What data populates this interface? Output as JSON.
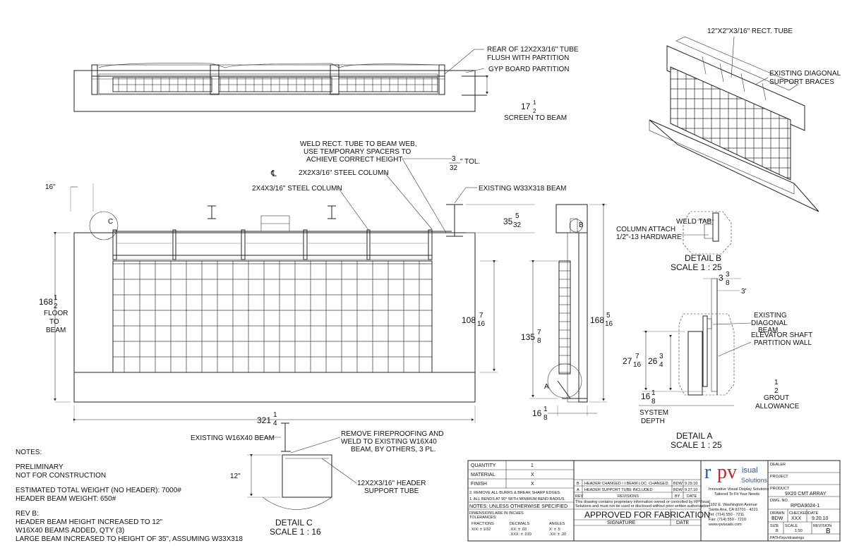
{
  "top_view": {
    "label_rear_tube_1": "REAR OF 12X2X3/16\" TUBE",
    "label_rear_tube_2": "FLUSH WITH PARTITION",
    "label_gyp": "GYP BOARD PARTITION",
    "dim_screen_whole": "17",
    "dim_screen_num": "1",
    "dim_screen_den": "2",
    "label_screen_to_beam": "SCREEN TO BEAM"
  },
  "front_view": {
    "label_weld_1": "WELD RECT. TUBE TO BEAM WEB,",
    "label_weld_2": "USE TEMPORARY SPACERS TO",
    "label_weld_3": "ACHIEVE CORRECT HEIGHT",
    "label_2x2": "2X2X3/16\" STEEL COLUMN",
    "label_2x4": "2X4X3/16\" STEEL COLUMN",
    "centerline": "℄",
    "dim_16": "16\"",
    "tol_num": "3",
    "tol_den": "32",
    "tol_suffix": "\" TOL.",
    "label_existing_w33": "EXISTING W33X318 BEAM",
    "dim_35_whole": "35",
    "dim_35_num": "5",
    "dim_35_den": "32",
    "dim_168_whole": "168",
    "dim_168_num": "1",
    "dim_168_den": "2",
    "label_floor": "FLOOR",
    "label_to": "TO",
    "label_beam": "BEAM",
    "dim_108_whole": "108",
    "dim_108_num": "7",
    "dim_108_den": "16",
    "dim_321_whole": "321",
    "dim_321_num": "1",
    "dim_321_den": "4",
    "detail_marker_c": "C"
  },
  "side_view": {
    "dim_135_whole": "135",
    "dim_135_num": "7",
    "dim_135_den": "8",
    "dim_168b_whole": "168",
    "dim_168b_num": "5",
    "dim_168b_den": "16",
    "dim_16b_whole": "16",
    "dim_16b_num": "1",
    "dim_16b_den": "8",
    "marker_a": "A",
    "marker_b": "B"
  },
  "detail_b": {
    "label_weld_tab": "WELD TAB",
    "label_column_attach": "COLUMN ATTACH",
    "label_hardware": "1/2\"-13 HARDWARE",
    "title": "DETAIL B",
    "scale": "SCALE 1 : 25"
  },
  "detail_a": {
    "dim_3_whole": "3",
    "dim_3_num": "3",
    "dim_3_den": "8",
    "dim_3p": "3'",
    "label_existing": "EXISTING",
    "label_diagonal": "DIAGONAL",
    "label_beam": "BEAM",
    "label_elevator": "ELEVATOR SHAFT",
    "label_partition": "PARTITION WALL",
    "dim_27_whole": "27",
    "dim_27_num": "7",
    "dim_27_den": "16",
    "dim_26_whole": "26",
    "dim_26_num": "3",
    "dim_26_den": "4",
    "dim_16c_whole": "16",
    "dim_16c_num": "1",
    "dim_16c_den": "8",
    "label_system": "SYSTEM",
    "label_depth": "DEPTH",
    "grout_num": "1",
    "grout_den": "2",
    "label_grout": "GROUT",
    "label_allowance": "ALLOWANCE",
    "title": "DETAIL A",
    "scale": "SCALE 1 : 25"
  },
  "iso_view": {
    "label_rect_tube": "12\"X2\"X3/16\" RECT. TUBE",
    "label_existing_diag_1": "EXISTING DIAGONAL",
    "label_existing_diag_2": "SUPPORT BRACES"
  },
  "detail_c": {
    "label_w16": "EXISTING W16X40 BEAM",
    "label_remove_1": "REMOVE FIREPROOFING AND",
    "label_remove_2": "WELD TO EXISTING W16X40",
    "label_remove_3": "BEAM, BY OTHERS, 3 PL.",
    "dim_12": "12\"",
    "label_header_1": "12X2X3/16\" HEADER",
    "label_header_2": "SUPPORT TUBE",
    "title": "DETAIL C",
    "scale": "SCALE 1 : 16"
  },
  "notes": {
    "heading": "NOTES:",
    "line1": "PRELIMINARY",
    "line2": "NOT FOR CONSTRUCTION",
    "line3": "ESTIMATED TOTAL WEIGHT (NO HEADER): 7000#",
    "line4": "HEADER BEAM WEIGHT: 650#",
    "line5": "REV B:",
    "line6": "HEADER BEAM HEIGHT INCREASED TO 12\"",
    "line7": "W16X40 BEAMS ADDED, QTY (3)",
    "line8": "LARGE BEAM INCREASED TO HEIGHT OF 35\", ASSUMING W33X318"
  },
  "title_block": {
    "quantity_label": "QUANTITY",
    "quantity_value": "1",
    "material_label": "MATERIAL",
    "material_value": "X",
    "finish_label": "FINISH",
    "finish_value": "X",
    "note_burrs": "2. REMOVE ALL BURRS & BREAK SHARP EDGES.",
    "note_bends": "1. ALL BENDS AT 90° WITH MINIMUM BEND RADIUS.",
    "notes_unless": "NOTES: UNLESS OTHERWISE SPECIFIED",
    "dims_in_inches": "DIMENSIONS ARE IN INCHES",
    "tolerances": "TOLERANCES:",
    "fractions_label": "FRACTIONS",
    "fractions_value": "X/X: ± 1/32",
    "decimals_label": "DECIMALS",
    "decimals_value_1": ".XX: ± .03",
    "decimals_value_2": ".XXX: ± .010",
    "angles_label": "ANGLES",
    "angles_value_1": "X: ± .5",
    "angles_value_2": ".XX: ± .20",
    "rev_b_code": "B",
    "rev_b_desc": "HEADER CHANGED / I BEAM LOC. CHANGED.",
    "rev_b_by": "BDW",
    "rev_b_date": "9.29.10",
    "rev_a_code": "A",
    "rev_a_desc": "HEADER SUPPORT TUBE INCLUDED",
    "rev_a_by": "BDW",
    "rev_a_date": "9.27.10",
    "rev_header": "REV",
    "revisions_header": "REVISIONS",
    "by_header": "BY",
    "date_header": "DATE",
    "proprietary_1": "This drawing contains proprietary information owned or controlled by RPVisual",
    "proprietary_2": "Solutions and must not be used or disclosed without prior written authorization.",
    "approved": "APPROVED FOR FABRICATION",
    "signature": "SIGNATURE",
    "date_label": "DATE",
    "logo_r": "r",
    "logo_pv": "pv",
    "logo_isual": "isual",
    "logo_solutions": "Solutions",
    "tagline_1": "Innovative Visual Display Solutions",
    "tagline_2": "Tailored To Fit Your Needs",
    "address_1": "1102 E. Washington Avenue",
    "address_2": "Santa Ana, CA 92701 - 4221",
    "tel": "Tel: (714) 550 - 7211",
    "fax": "Fax: (714) 550 - 7210",
    "web": "www.rpvisuals.com",
    "dealer_label": "DEALER",
    "project_label": "PROJECT",
    "product_label": "PRODUCT",
    "product_value": "9X20 CMT ARRAY",
    "dwg_no_label": "DWG. NO.",
    "dwg_no_value": "RPDA9024-1",
    "drawn_label": "DRAWN",
    "drawn_value": "BDW",
    "checked_label": "CHECKED",
    "checked_value": "XXX",
    "date2_label": "DATE",
    "date2_value": "9.20.10",
    "size_label": "SIZE",
    "size_value": "B",
    "scale_label": "SCALE",
    "scale_value": "1:50",
    "revision_label": "REVISION",
    "revision_value": "B",
    "path_label": "PATH",
    "path_value": "\\\\rpv\\drawings"
  }
}
